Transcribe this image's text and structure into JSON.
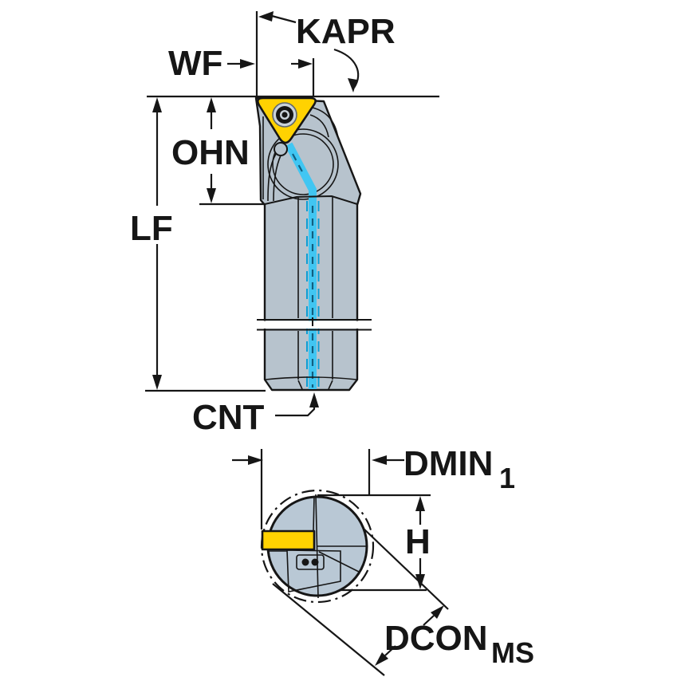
{
  "diagram": {
    "labels": {
      "kapr": "KAPR",
      "wf": "WF",
      "ohn": "OHN",
      "lf": "LF",
      "cnt": "CNT",
      "dmin": "DMIN",
      "dmin_sub": "1",
      "h": "H",
      "dcon": "DCON",
      "dcon_sub": "MS"
    },
    "colors": {
      "background": "#ffffff",
      "line": "#161616",
      "tool_body": "#b7c3cd",
      "tool_body_end": "#b9c8d5",
      "insert_yellow": "#ffd201",
      "coolant_cyan": "#41c6f2",
      "coolant_dash": "#0a9fd6",
      "screw_gray": "#c9d2da"
    }
  }
}
